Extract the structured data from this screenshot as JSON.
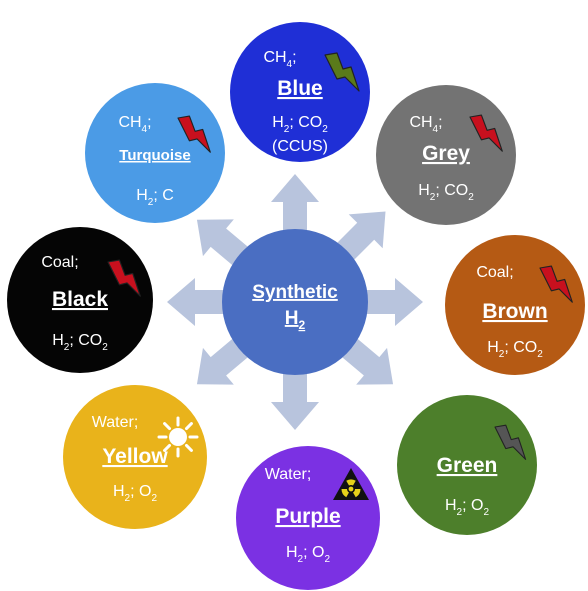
{
  "center": {
    "title": "Synthetic",
    "formula": "H",
    "formula_sub": "2"
  },
  "nodes": [
    {
      "key": "blue",
      "name": "Blue",
      "color": "#1f2fd6",
      "feed": [
        [
          "CH",
          ""
        ],
        [
          "4",
          "sub"
        ],
        [
          ";",
          ""
        ]
      ],
      "output": [
        [
          "H",
          ""
        ],
        [
          "2",
          "sub"
        ],
        [
          "; CO",
          ""
        ],
        [
          "2",
          "sub"
        ]
      ],
      "extra": "(CCUS)",
      "icon": "lightning-icon",
      "icon_color": "#5a7a1a"
    },
    {
      "key": "grey",
      "name": "Grey",
      "color": "#737373",
      "feed": [
        [
          "CH",
          ""
        ],
        [
          "4",
          "sub"
        ],
        [
          ";",
          ""
        ]
      ],
      "output": [
        [
          "H",
          ""
        ],
        [
          "2",
          "sub"
        ],
        [
          "; CO",
          ""
        ],
        [
          "2",
          "sub"
        ]
      ],
      "icon": "lightning-icon",
      "icon_color": "#c8101e"
    },
    {
      "key": "brown",
      "name": "Brown",
      "color": "#b55a14",
      "feed": [
        [
          "Coal;",
          ""
        ]
      ],
      "output": [
        [
          "H",
          ""
        ],
        [
          "2",
          "sub"
        ],
        [
          "; CO",
          ""
        ],
        [
          "2",
          "sub"
        ]
      ],
      "icon": "lightning-icon",
      "icon_color": "#c8101e"
    },
    {
      "key": "green",
      "name": "Green",
      "color": "#4d7f2b",
      "feed": [],
      "output": [
        [
          "H",
          ""
        ],
        [
          "2",
          "sub"
        ],
        [
          "; O",
          ""
        ],
        [
          "2",
          "sub"
        ]
      ],
      "icon": "lightning-icon",
      "icon_color": "#555555"
    },
    {
      "key": "purple",
      "name": "Purple",
      "color": "#7b31e3",
      "feed": [
        [
          "Water;",
          ""
        ]
      ],
      "output": [
        [
          "H",
          ""
        ],
        [
          "2",
          "sub"
        ],
        [
          "; O",
          ""
        ],
        [
          "2",
          "sub"
        ]
      ],
      "icon": "radiation-icon",
      "icon_color": "#e6d21a"
    },
    {
      "key": "yellow",
      "name": "Yellow",
      "color": "#e9b31b",
      "feed": [
        [
          "Water;",
          ""
        ]
      ],
      "output": [
        [
          "H",
          ""
        ],
        [
          "2",
          "sub"
        ],
        [
          "; O",
          ""
        ],
        [
          "2",
          "sub"
        ]
      ],
      "icon": "sun-icon",
      "icon_color": "#ffffff"
    },
    {
      "key": "black",
      "name": "Black",
      "color": "#050505",
      "feed": [
        [
          "Coal;",
          ""
        ]
      ],
      "output": [
        [
          "H",
          ""
        ],
        [
          "2",
          "sub"
        ],
        [
          "; CO",
          ""
        ],
        [
          "2",
          "sub"
        ]
      ],
      "icon": "lightning-icon",
      "icon_color": "#c8101e"
    },
    {
      "key": "turquoise",
      "name": "Turquoise",
      "color": "#4b9be6",
      "feed": [
        [
          "CH",
          ""
        ],
        [
          "4",
          "sub"
        ],
        [
          ";",
          ""
        ]
      ],
      "output": [
        [
          "H",
          ""
        ],
        [
          "2",
          "sub"
        ],
        [
          "; C",
          ""
        ]
      ],
      "icon": "lightning-icon",
      "icon_color": "#c8101e"
    }
  ],
  "arrow_color": "#b8c4dd",
  "center_color": "#4a6ec2"
}
